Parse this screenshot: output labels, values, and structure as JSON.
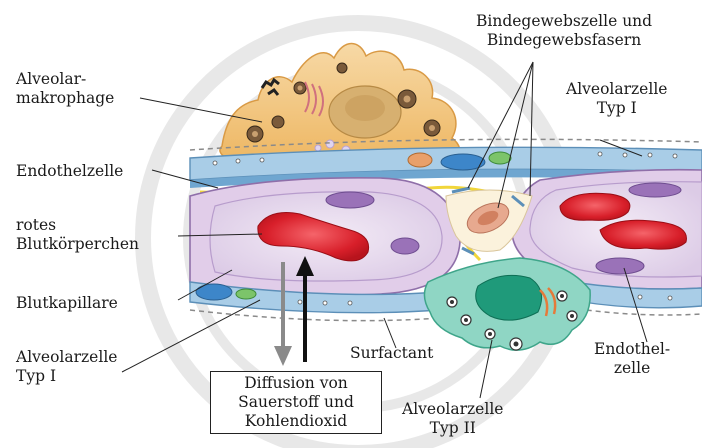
{
  "labels": {
    "alveolar_macrophage": [
      "Alveolar-",
      "makrophage"
    ],
    "connective_tissue": [
      "Bindegewebszelle und",
      "Bindegewebsfasern"
    ],
    "alveolar_type1_top": [
      "Alveolarzelle",
      "Typ I"
    ],
    "endothelial_left": "Endothelzelle",
    "red_blood_cell": [
      "rotes",
      "Blutkörperchen"
    ],
    "capillary": "Blutkapillare",
    "alveolar_type1_bottom": [
      "Alveolarzelle",
      "Typ I"
    ],
    "surfactant": "Surfactant",
    "endothelial_right": [
      "Endothel-",
      "zelle"
    ],
    "alveolar_type2": [
      "Alveolarzelle",
      "Typ II"
    ],
    "diffusion_box": [
      "Diffusion von",
      "Sauerstoff und",
      "Kohlendioxid"
    ]
  },
  "colors": {
    "membrane_blue": "#9cc5e3",
    "capillary_wall": "#c8b4d8",
    "lumen": "#e9dcef",
    "erythrocyte": "#e0262e",
    "nucleus_purple": "#9a72b8",
    "macrophage": "#f3c987",
    "type2_cell": "#7fcdbb",
    "type2_nucleus": "#1f9a7a",
    "fibers_yellow": "#f5e04a"
  }
}
